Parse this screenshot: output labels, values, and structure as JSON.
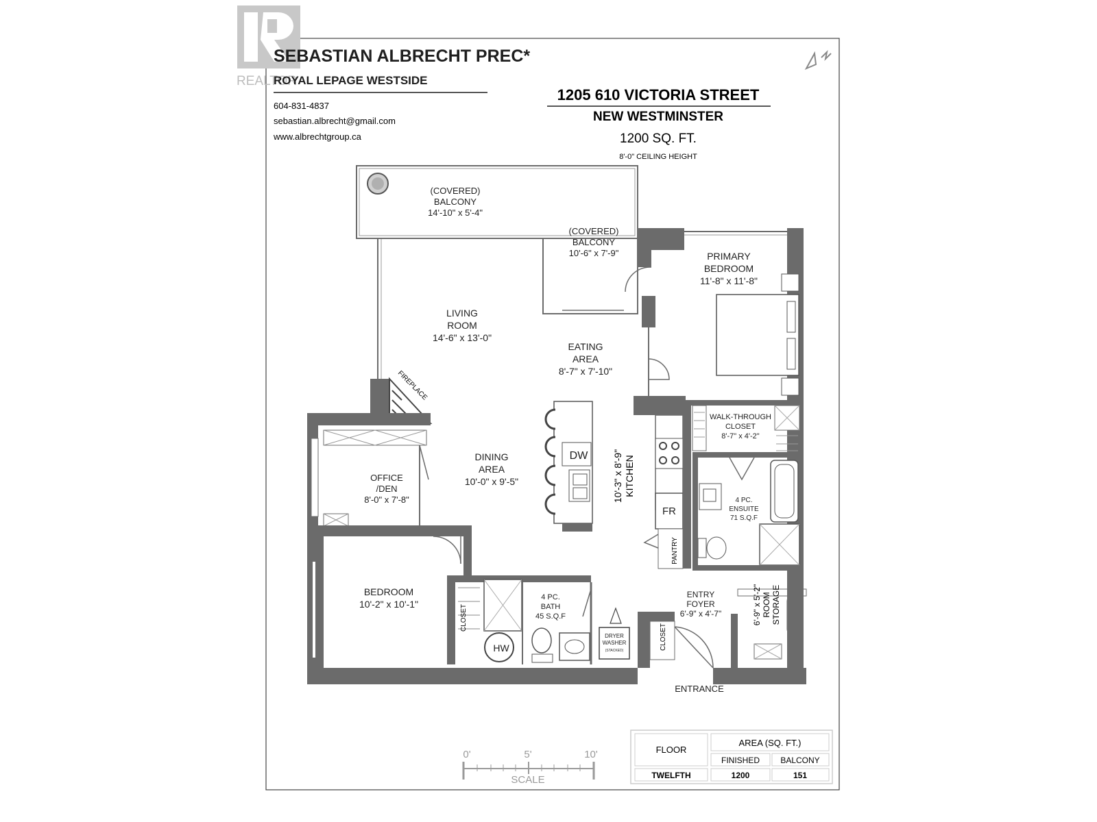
{
  "agent": {
    "name": "SEBASTIAN ALBRECHT PREC*",
    "brokerage": "ROYAL LEPAGE WESTSIDE",
    "phone": "604-831-4837",
    "email": "sebastian.albrecht@gmail.com",
    "website": "www.albrechtgroup.ca"
  },
  "watermark": {
    "logo_text": "REALTOR"
  },
  "property": {
    "address": "1205 610 VICTORIA STREET",
    "city": "NEW WESTMINSTER",
    "area": "1200 SQ. FT.",
    "ceiling": "8'-0\" CEILING HEIGHT"
  },
  "compass_icon": "north-arrow-icon",
  "rooms": {
    "balcony1": {
      "l1": "(COVERED)",
      "l2": "BALCONY",
      "dims": "14'-10\" x 5'-4\""
    },
    "balcony2": {
      "l1": "(COVERED)",
      "l2": "BALCONY",
      "dims": "10'-6\" x 7'-9\""
    },
    "primary": {
      "l1": "PRIMARY",
      "l2": "BEDROOM",
      "dims": "11'-8\" x 11'-8\""
    },
    "living": {
      "l1": "LIVING",
      "l2": "ROOM",
      "dims": "14'-6\" x 13'-0\""
    },
    "eating": {
      "l1": "EATING",
      "l2": "AREA",
      "dims": "8'-7\" x 7'-10\""
    },
    "fireplace": "FIREPLACE",
    "walkthrough": {
      "l1": "WALK-THROUGH",
      "l2": "CLOSET",
      "dims": "8'-7\" x 4'-2\""
    },
    "dining": {
      "l1": "DINING",
      "l2": "AREA",
      "dims": "10'-0\" x 9'-5\""
    },
    "office": {
      "l1": "OFFICE",
      "l2": "/DEN",
      "dims": "8'-0\" x 7'-8\""
    },
    "kitchen": {
      "label": "KITCHEN",
      "dims": "10'-3\" x 8'-9\""
    },
    "ensuite": {
      "l1": "4 PC.",
      "l2": "ENSUITE",
      "dims": "71 S.Q.F"
    },
    "dw": "DW",
    "fr": "FR",
    "pantry": "PANTRY",
    "bedroom": {
      "l1": "BEDROOM",
      "dims": "10'-2\" x 10'-1\""
    },
    "bath": {
      "l1": "4 PC.",
      "l2": "BATH",
      "dims": "45 S.Q.F"
    },
    "closet_bed": "CLOSET",
    "hw": "HW",
    "laundry": {
      "l1": "DRYER",
      "l2": "WASHER",
      "l3": "(STACKED)"
    },
    "closet_entry": "CLOSET",
    "foyer": {
      "l1": "ENTRY",
      "l2": "FOYER",
      "dims": "6'-9\" x 4'-7\""
    },
    "storage": {
      "l1": "STORAGE",
      "l2": "ROOM",
      "dims": "6'-9\" x 5'-2\""
    },
    "entrance": "ENTRANCE"
  },
  "scale": {
    "t0": "0'",
    "t5": "5'",
    "t10": "10'",
    "label": "SCALE"
  },
  "area_table": {
    "floor_header": "FLOOR",
    "area_header": "AREA (SQ. FT.)",
    "finished_header": "FINISHED",
    "balcony_header": "BALCONY",
    "floor": "TWELFTH",
    "finished": "1200",
    "balcony": "151"
  }
}
